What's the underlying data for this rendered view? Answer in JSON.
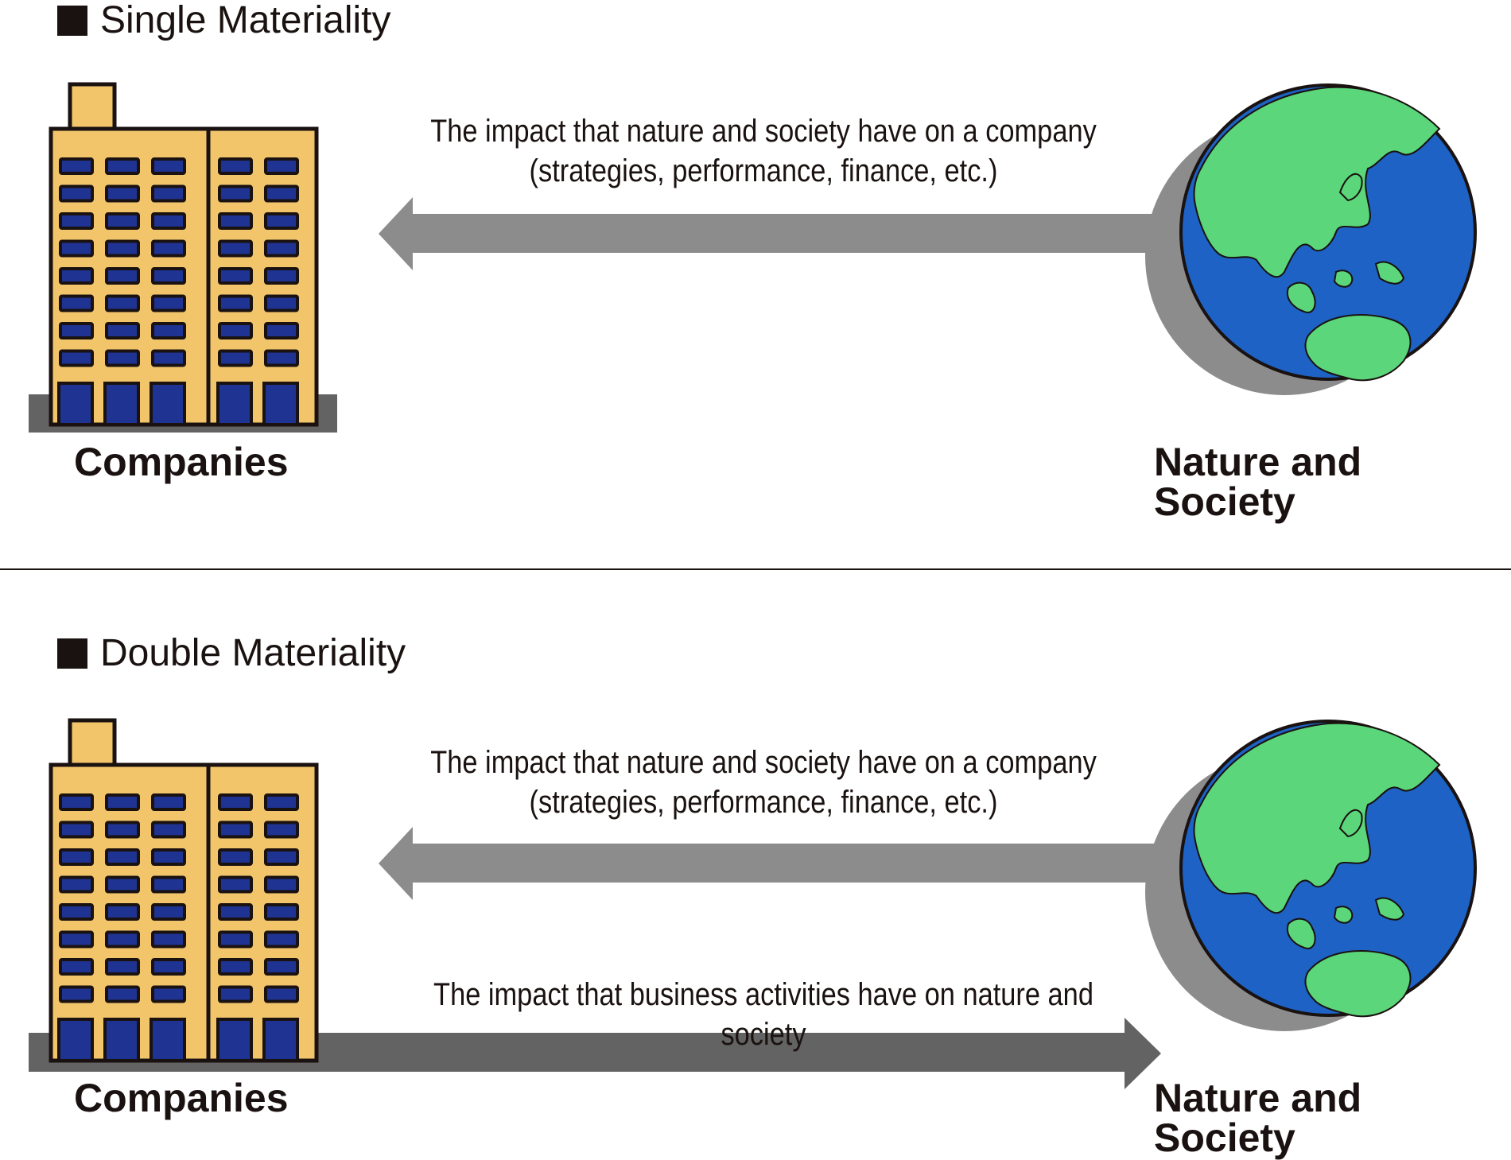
{
  "single": {
    "title": "Single Materiality",
    "companies_label": "Companies",
    "nature_label": "Nature and Society",
    "arrow_caption_line1": "The impact that nature and society have on a company",
    "arrow_caption_line2": "(strategies, performance, finance, etc.)"
  },
  "double": {
    "title": "Double Materiality",
    "companies_label": "Companies",
    "nature_label": "Nature and Society",
    "inbound_caption_line1": "The impact that nature and society have on a company",
    "inbound_caption_line2": "(strategies, performance, finance, etc.)",
    "outbound_caption": "The impact that business activities have on nature and society"
  },
  "colors": {
    "building_fill": "#f2c56b",
    "window_fill": "#1f3393",
    "outline": "#1a1210",
    "ocean": "#1d62c4",
    "land": "#5bd67a",
    "inbound_arrow": "#8c8c8c",
    "outbound_arrow": "#636363",
    "shadow": "#8c8c8c"
  },
  "icons": {
    "building": "office-building-icon",
    "globe": "earth-globe-icon",
    "title_marker": "black-square-bullet"
  }
}
